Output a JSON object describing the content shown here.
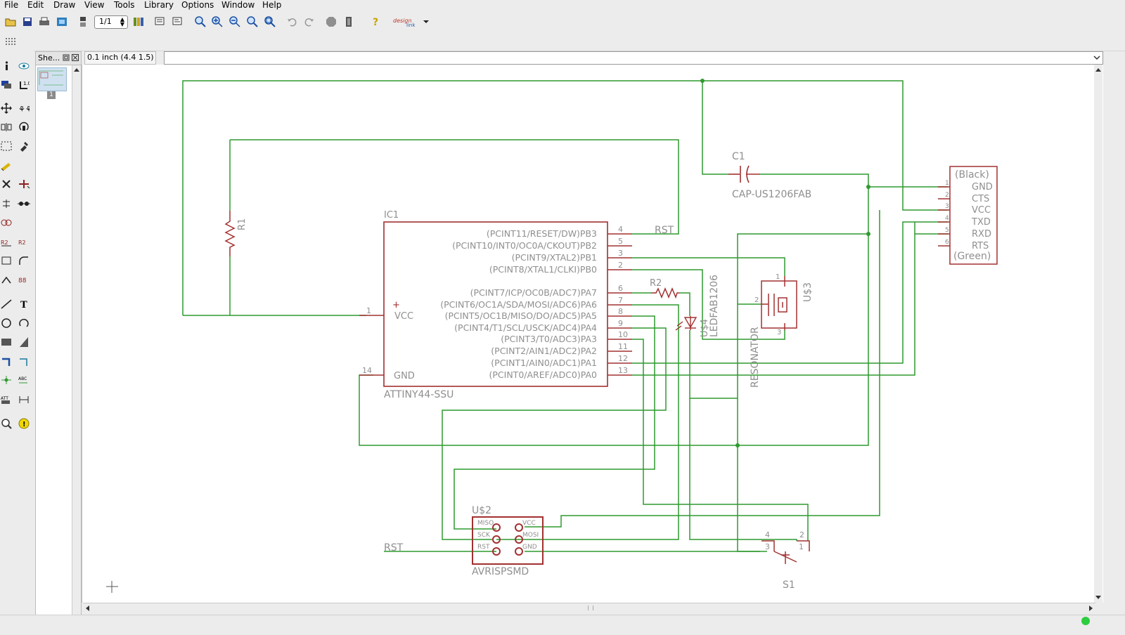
{
  "menu": [
    "File",
    "Edit",
    "Draw",
    "View",
    "Tools",
    "Library",
    "Options",
    "Window",
    "Help"
  ],
  "toolbar": {
    "sheet_value": "1/1",
    "design_link_label": "design link"
  },
  "sheet_panel": {
    "title": "She...",
    "sheet_number": "1"
  },
  "coordinate_readout": "0.1 inch (4.4 1.5)",
  "command_line": "",
  "schematic": {
    "ic1": {
      "name": "IC1",
      "value": "ATTINY44-SSU",
      "pins_right": [
        {
          "label": "(PCINT11/RESET/DW)PB3",
          "num": "4"
        },
        {
          "label": "(PCINT10/INT0/OC0A/CKOUT)PB2",
          "num": "5"
        },
        {
          "label": "(PCINT9/XTAL2)PB1",
          "num": "3"
        },
        {
          "label": "(PCINT8/XTAL1/CLKI)PB0",
          "num": "2"
        },
        {
          "label": "(PCINT7/ICP/OC0B/ADC7)PA7",
          "num": "6"
        },
        {
          "label": "(PCINT6/OC1A/SDA/MOSI/ADC6)PA6",
          "num": "7"
        },
        {
          "label": "(PCINT5/OC1B/MISO/DO/ADC5)PA5",
          "num": "8"
        },
        {
          "label": "(PCINT4/T1/SCL/USCK/ADC4)PA4",
          "num": "9"
        },
        {
          "label": "(PCINT3/T0/ADC3)PA3",
          "num": "10"
        },
        {
          "label": "(PCINT2/AIN1/ADC2)PA2",
          "num": "11"
        },
        {
          "label": "(PCINT1/AIN0/ADC1)PA1",
          "num": "12"
        },
        {
          "label": "(PCINT0/AREF/ADC0)PA0",
          "num": "13"
        }
      ],
      "vcc_label": "VCC",
      "vcc_pin": "1",
      "gnd_label": "GND",
      "gnd_pin": "14",
      "plus_mark": "+"
    },
    "r1": "R1",
    "r2": "R2",
    "c1": {
      "name": "C1",
      "value": "CAP-US1206FAB"
    },
    "led": {
      "name": "U$4",
      "value": "LEDFAB1206"
    },
    "resonator": {
      "name": "U$3",
      "value": "RESONATOR",
      "pins": [
        "1",
        "2",
        "3"
      ]
    },
    "ftdi": {
      "top": "(Black)",
      "bottom": "(Green)",
      "pins": [
        "GND",
        "CTS",
        "VCC",
        "TXD",
        "RXD",
        "RTS"
      ],
      "nums": [
        "1",
        "2",
        "3",
        "4",
        "5",
        "6"
      ]
    },
    "avr": {
      "name": "U$2",
      "value": "AVRISPSMD",
      "left": [
        "MISO",
        "SCK",
        "RST"
      ],
      "right": [
        "VCC",
        "MOSI",
        "GND"
      ]
    },
    "switch": {
      "name": "S1",
      "pins": [
        "4",
        "2",
        "3",
        "1"
      ]
    },
    "rst_label_top": "RST",
    "rst_label_bottom": "RST"
  },
  "colors": {
    "wire": "#2f9a2f",
    "part": "#a23030",
    "text": "#8f8f8f"
  }
}
